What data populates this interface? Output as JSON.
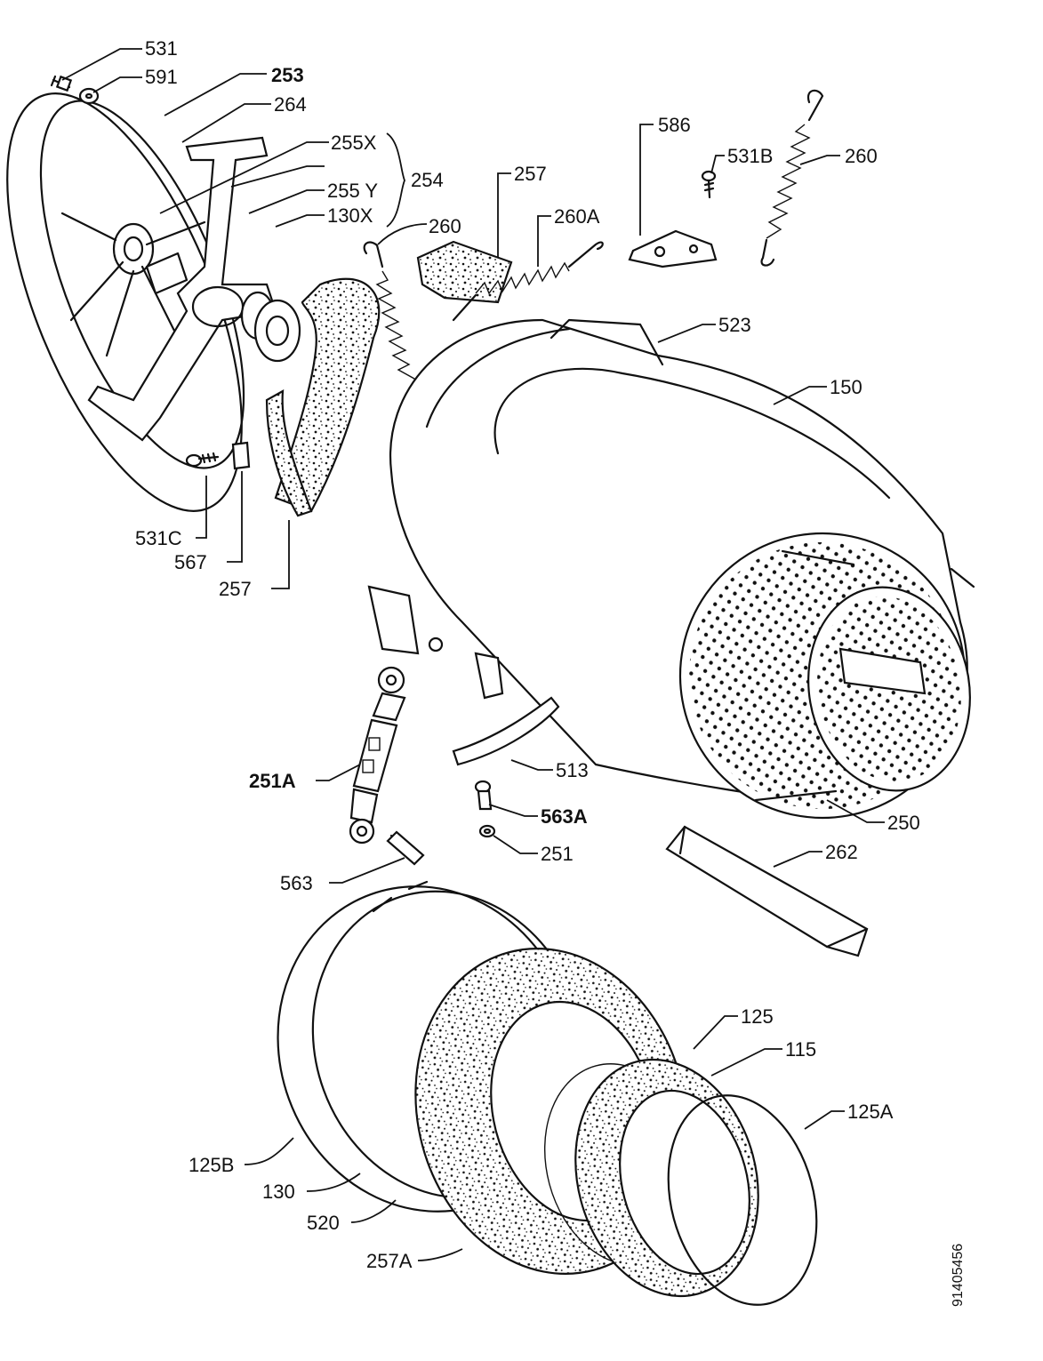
{
  "labels": {
    "l531": "531",
    "l591": "591",
    "l253": "253",
    "l264": "264",
    "l255x": "255X",
    "l255y": "255 Y",
    "l254": "254",
    "l130x": "130X",
    "l260a_left": "260",
    "l257_top": "257",
    "l260A": "260A",
    "l586": "586",
    "l531b": "531B",
    "l260_right": "260",
    "l523": "523",
    "l150": "150",
    "l531c": "531C",
    "l567": "567",
    "l257_left": "257",
    "l513": "513",
    "l251A": "251A",
    "l563A": "563A",
    "l250": "250",
    "l251": "251",
    "l262": "262",
    "l563": "563",
    "l125": "125",
    "l115": "115",
    "l125A": "125A",
    "l125B": "125B",
    "l130": "130",
    "l520": "520",
    "l257A": "257A"
  },
  "doc_number": "91405456"
}
